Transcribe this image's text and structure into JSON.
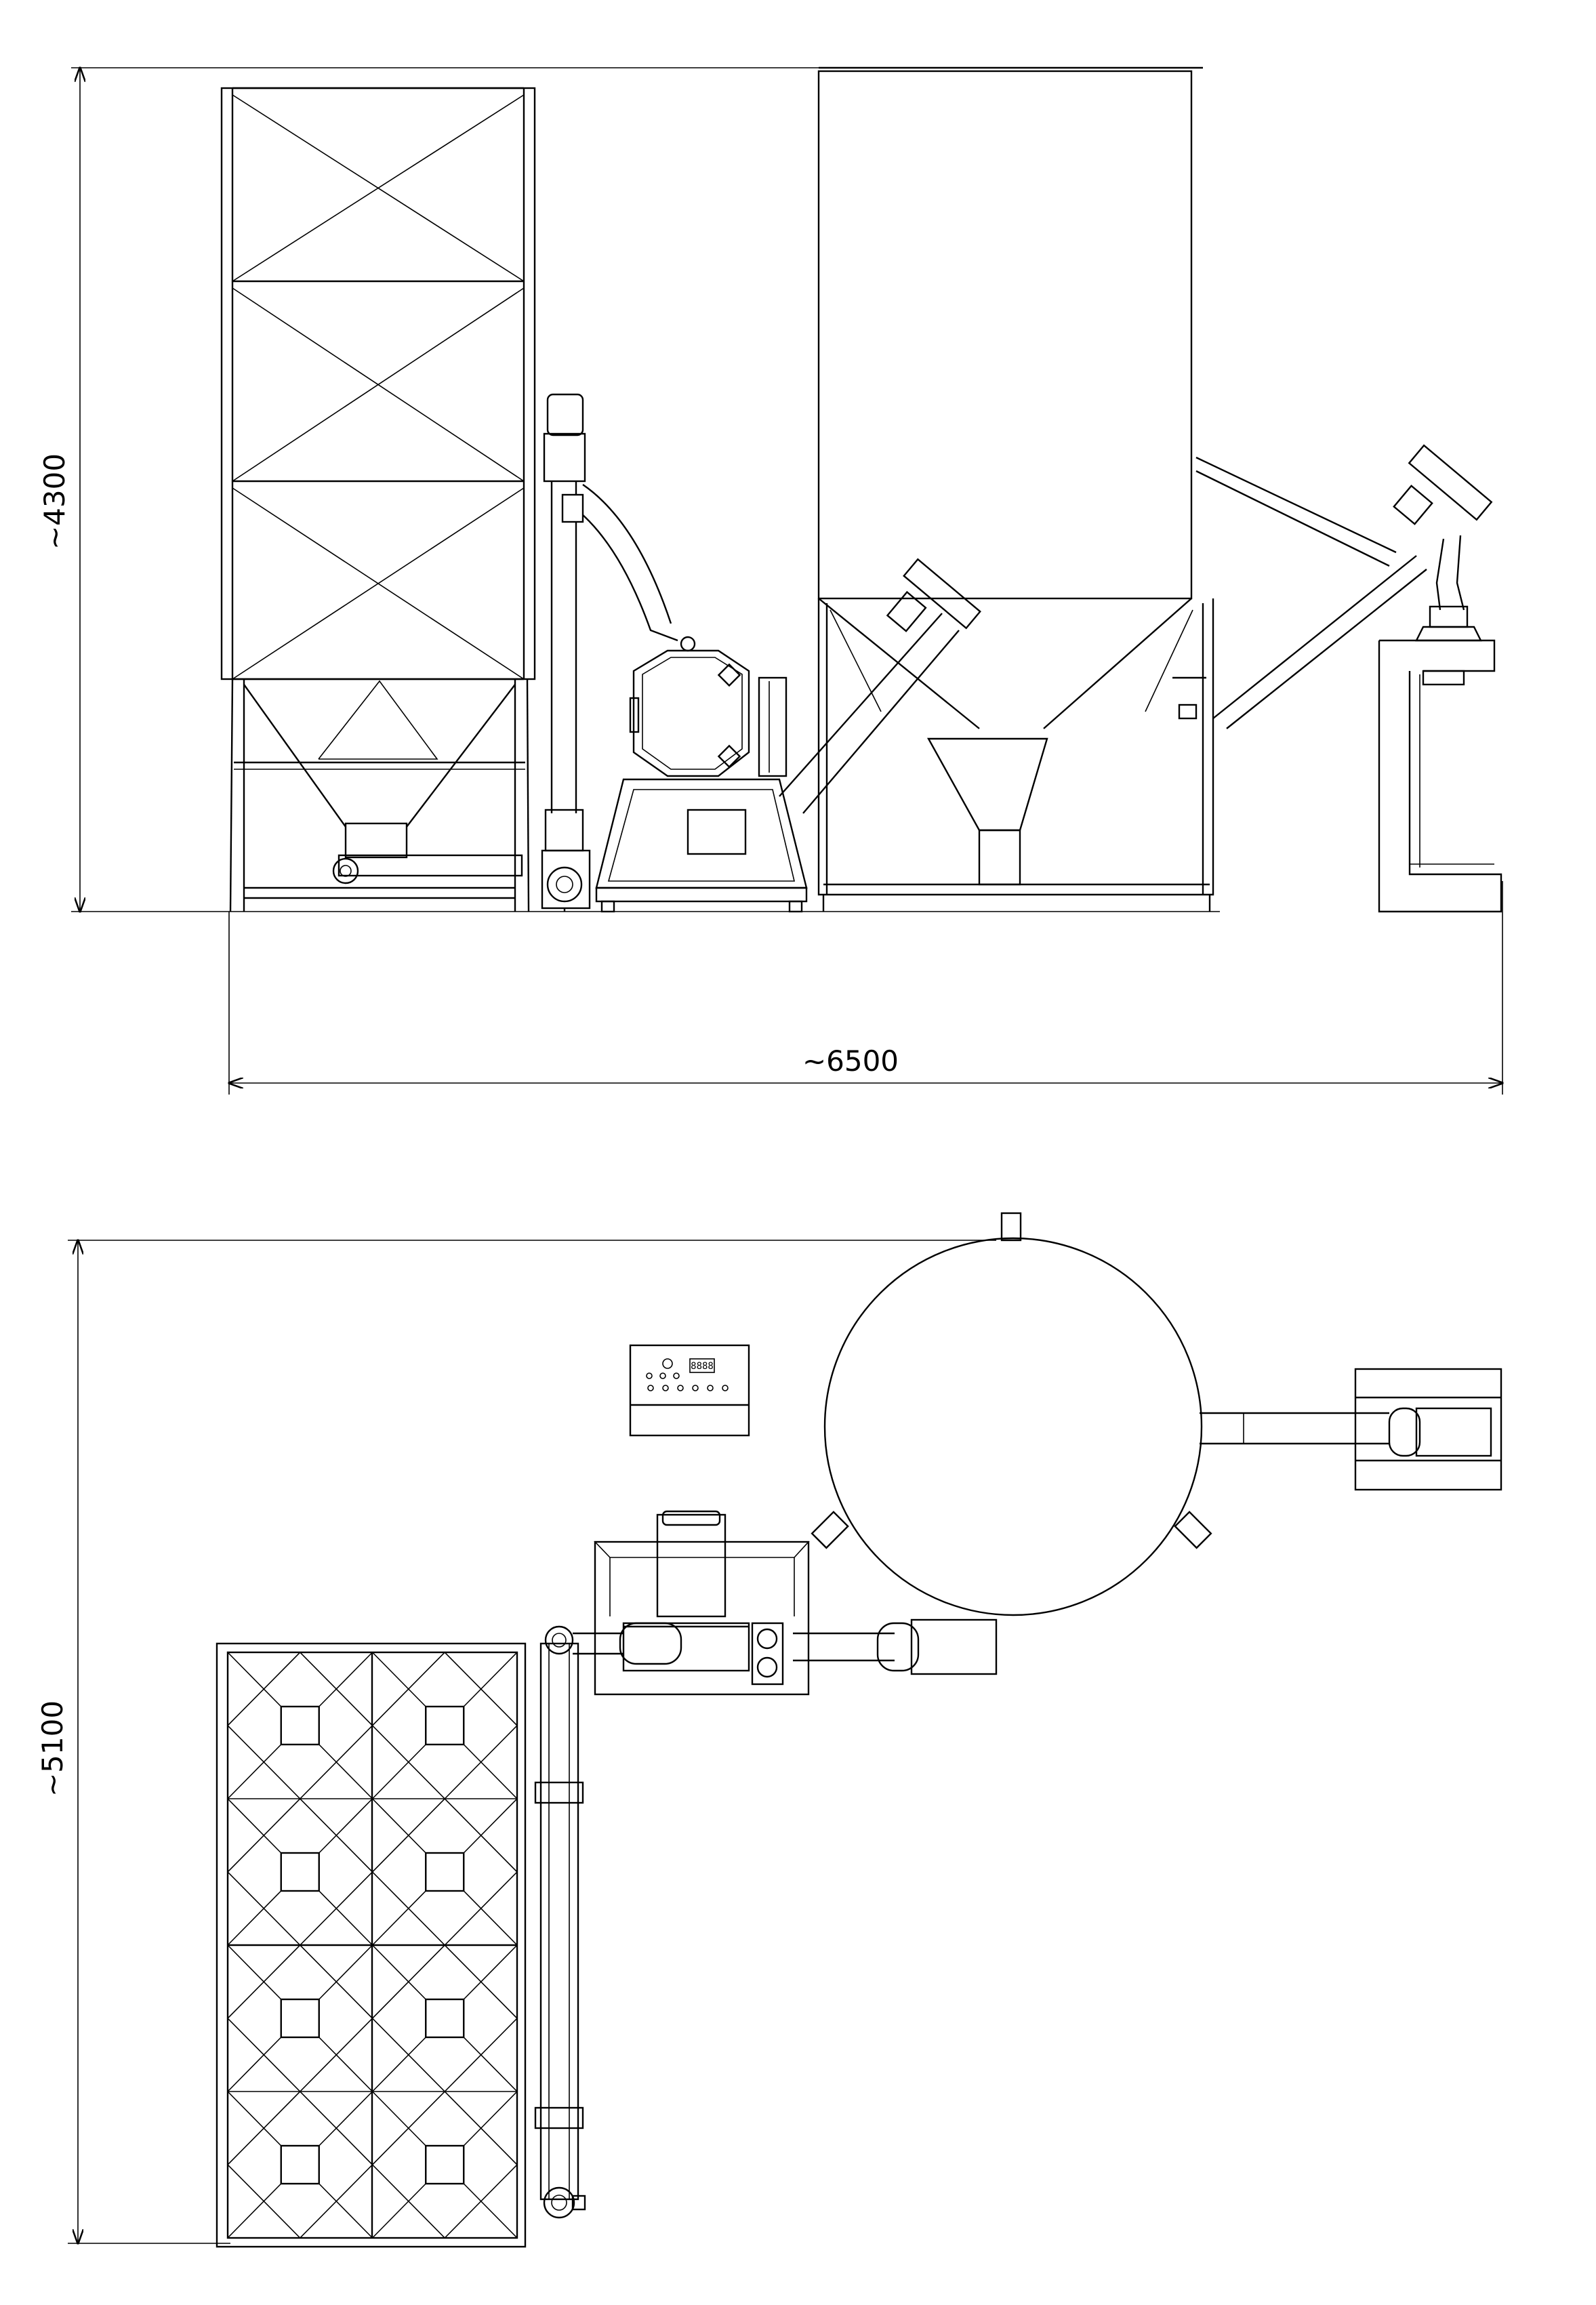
{
  "drawing": {
    "side_view": {
      "height_dimension": "~4300",
      "width_dimension": "~6500"
    },
    "plan_view": {
      "height_dimension": "~5100",
      "control_panel_display": "8888"
    }
  }
}
